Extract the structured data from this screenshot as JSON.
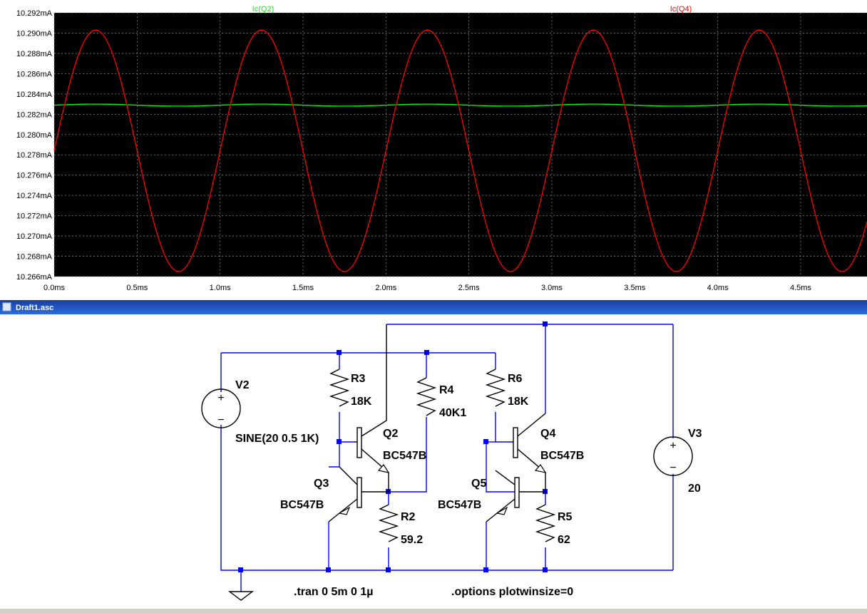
{
  "plot": {
    "traces": [
      {
        "label": "Ic(Q2)",
        "color": "#00ff00"
      },
      {
        "label": "Ic(Q4)",
        "color": "#ff0000"
      }
    ],
    "y_ticks": [
      "10.292mA",
      "10.290mA",
      "10.288mA",
      "10.286mA",
      "10.284mA",
      "10.282mA",
      "10.280mA",
      "10.278mA",
      "10.276mA",
      "10.274mA",
      "10.272mA",
      "10.270mA",
      "10.268mA",
      "10.266mA"
    ],
    "x_ticks": [
      "0.0ms",
      "0.5ms",
      "1.0ms",
      "1.5ms",
      "2.0ms",
      "2.5ms",
      "3.0ms",
      "3.5ms",
      "4.0ms",
      "4.5ms"
    ]
  },
  "chart_data": {
    "type": "line",
    "xlabel": "",
    "ylabel": "",
    "x_unit": "ms",
    "y_unit": "mA",
    "xlim": [
      0,
      4.9
    ],
    "ylim": [
      10.266,
      10.292
    ],
    "grid": true,
    "series": [
      {
        "name": "Ic(Q2)",
        "color": "#00ff00",
        "kind": "near-constant",
        "mean": 10.2829,
        "amplitude": 0.0001,
        "frequency_khz": 1,
        "phase_peak_ms": 0.25
      },
      {
        "name": "Ic(Q4)",
        "color": "#ff0000",
        "kind": "sine",
        "mean": 10.2784,
        "amplitude": 0.0119,
        "frequency_khz": 1,
        "phase_peak_ms": 0.25
      }
    ],
    "x_points": [
      0,
      0.25,
      0.5,
      0.75,
      1.0,
      1.25,
      1.5,
      1.75,
      2.0,
      2.25,
      2.5,
      2.75,
      3.0,
      3.25,
      3.5,
      3.75,
      4.0,
      4.25,
      4.5,
      4.75
    ],
    "series_values": {
      "Ic(Q2)": [
        10.2829,
        10.283,
        10.2829,
        10.2828,
        10.2829,
        10.283,
        10.2829,
        10.2828,
        10.2829,
        10.283,
        10.2829,
        10.2828,
        10.2829,
        10.283,
        10.2829,
        10.2828,
        10.2829,
        10.283,
        10.2829,
        10.2828
      ],
      "Ic(Q4)": [
        10.2784,
        10.2903,
        10.2784,
        10.2665,
        10.2784,
        10.2903,
        10.2784,
        10.2665,
        10.2784,
        10.2903,
        10.2784,
        10.2665,
        10.2784,
        10.2903,
        10.2784,
        10.2665,
        10.2784,
        10.2903,
        10.2784,
        10.2665
      ]
    }
  },
  "schematic_window": {
    "title": "Draft1.asc"
  },
  "schematic": {
    "V2": {
      "name": "V2",
      "value": "SINE(20 0.5 1K)"
    },
    "V3": {
      "name": "V3",
      "value": "20"
    },
    "R3": {
      "name": "R3",
      "value": "18K"
    },
    "R4": {
      "name": "R4",
      "value": "40K1"
    },
    "R6": {
      "name": "R6",
      "value": "18K"
    },
    "R2": {
      "name": "R2",
      "value": "59.2"
    },
    "R5": {
      "name": "R5",
      "value": "62"
    },
    "Q2": {
      "name": "Q2",
      "value": "BC547B"
    },
    "Q3": {
      "name": "Q3",
      "value": "BC547B"
    },
    "Q4": {
      "name": "Q4",
      "value": "BC547B"
    },
    "Q5": {
      "name": "Q5",
      "value": "BC547B"
    },
    "tran_directive": ".tran 0 5m 0 1µ",
    "options_directive": ".options plotwinsize=0",
    "plus_sign": "+",
    "minus_sign": "−"
  }
}
